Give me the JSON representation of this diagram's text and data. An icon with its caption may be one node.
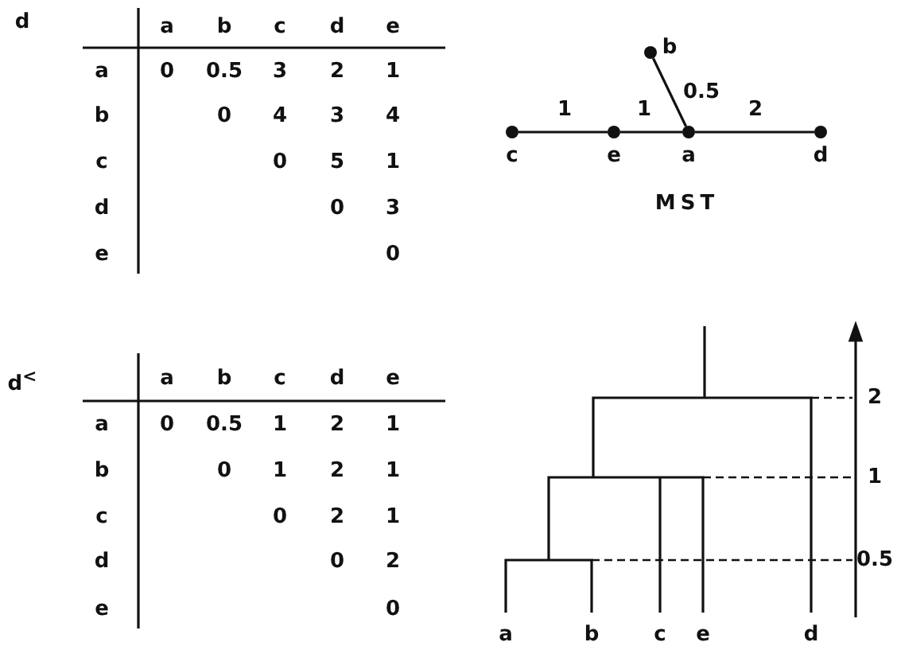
{
  "diagram": {
    "nodes": [
      {
        "text": [],
        "shape": "circle",
        "beside": [
          "b"
        ]
      },
      {
        "text": [],
        "shape": "circle",
        "beside": [
          "c"
        ]
      },
      {
        "text": [],
        "shape": "circle",
        "beside": [
          "e"
        ]
      },
      {
        "text": [],
        "shape": "circle",
        "beside": [
          "a"
        ]
      },
      {
        "text": [],
        "shape": "circle",
        "beside": [
          "d"
        ]
      }
    ],
    "edges": [
      {
        "from": 1,
        "to": 2,
        "arrow": "none",
        "label": "1"
      },
      {
        "from": 2,
        "to": 3,
        "arrow": "none",
        "label": "1"
      },
      {
        "from": 0,
        "to": 3,
        "arrow": "none",
        "label": "0.5"
      },
      {
        "from": 3,
        "to": 4,
        "arrow": "none",
        "label": "2"
      }
    ],
    "labels": [
      "d",
      "a",
      "b",
      "c",
      "d",
      "e",
      "a",
      "0",
      "0.5",
      "3",
      "2",
      "1",
      "b",
      "0",
      "4",
      "3",
      "4",
      "c",
      "0",
      "5",
      "1",
      "d",
      "0",
      "3",
      "e",
      "0",
      "MST",
      "d$^{<}$",
      "a",
      "b",
      "c",
      "d",
      "e",
      "a",
      "0",
      "0.5",
      "1",
      "2",
      "1",
      "b",
      "0",
      "1",
      "2",
      "1",
      "c",
      "0",
      "2",
      "1",
      "d",
      "0",
      "2",
      "e",
      "0",
      "2",
      "1",
      "0.5",
      "a",
      "b",
      "c",
      "e",
      "d"
    ]
  }
}
